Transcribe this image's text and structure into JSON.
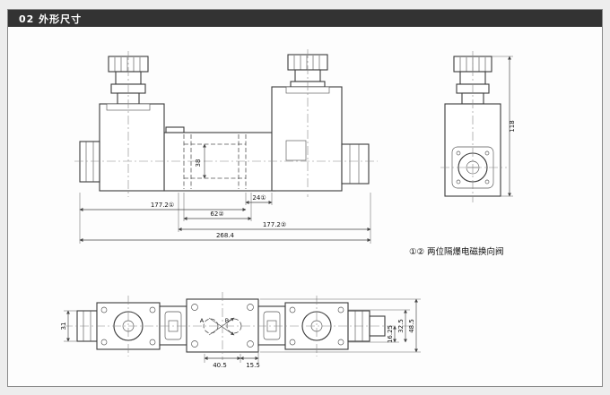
{
  "header": {
    "title": "02 外形尺寸"
  },
  "note": "①② 两位隔爆电磁换向阀",
  "front_view": {
    "dim_center_offset": "24①",
    "dim_left_length": "177.2①",
    "dim_center_width": "62②",
    "dim_right_length": "177.2②",
    "dim_total_length": "268.4",
    "dim_body_height": "38"
  },
  "side_view": {
    "dim_height": "118"
  },
  "bottom_view": {
    "dim_end_height": "31",
    "dim_port_spacing": "40.5",
    "dim_port_offset": "15.5",
    "dim_hole_to_center": "16.25",
    "dim_hole_spacing": "32.5",
    "dim_body_width": "48.5",
    "port_a_label": "A",
    "port_b_label": "B"
  }
}
